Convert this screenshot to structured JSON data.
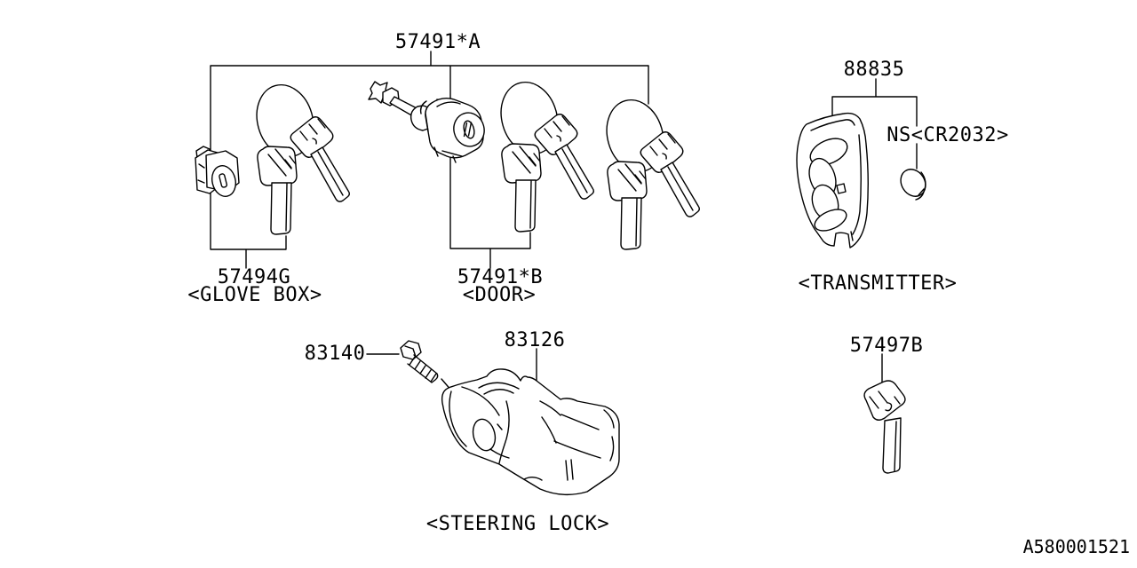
{
  "colors": {
    "background": "#ffffff",
    "line": "#000000"
  },
  "parts": {
    "key_kit": {
      "number": "57491*A"
    },
    "glove_box": {
      "number": "57494G",
      "caption": "<GLOVE BOX>"
    },
    "door": {
      "number": "57491*B",
      "caption": "<DOOR>"
    },
    "transmitter": {
      "number": "88835",
      "caption": "<TRANSMITTER>"
    },
    "battery": {
      "label": "NS<CR2032>"
    },
    "screw": {
      "number": "83140"
    },
    "steering_lock": {
      "number": "83126",
      "caption": "<STEERING LOCK>"
    },
    "key_blank": {
      "number": "57497B"
    }
  },
  "footer": {
    "drawing_id": "A580001521"
  }
}
